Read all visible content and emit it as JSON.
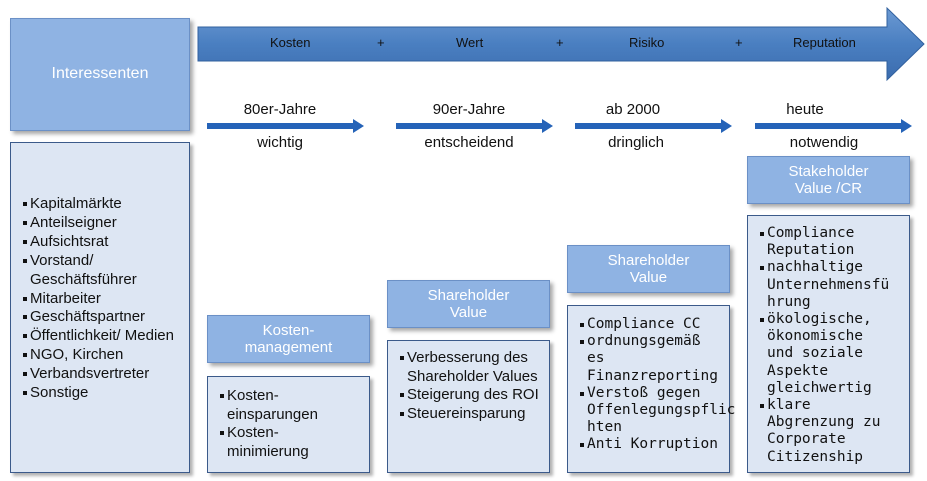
{
  "stakeholders": {
    "title": "Interessenten",
    "items": [
      "Kapitalmärkte",
      "Anteilseigner",
      "Aufsichtsrat",
      "Vorstand/ Geschäftsführer",
      "Mitarbeiter",
      "Geschäftspartner",
      "Öffentlichkeit/ Medien",
      "NGO, Kirchen",
      "Verbandsvertreter",
      "Sonstige"
    ]
  },
  "banner": {
    "items": [
      "Kosten",
      "+",
      "Wert",
      "+",
      "Risiko",
      "+",
      "Reputation"
    ]
  },
  "eras": [
    {
      "period": "80er-Jahre",
      "attribute": "wichtig",
      "focus": "Kosten-\nmanagement",
      "items": [
        "Kosten-\neinsparungen",
        "Kosten-\nminimierung"
      ]
    },
    {
      "period": "90er-Jahre",
      "attribute": "entscheidend",
      "focus": "Shareholder\nValue",
      "items": [
        "Verbesserung des Shareholder Values",
        "Steigerung des ROI",
        "Steuereinsparung"
      ]
    },
    {
      "period": "ab 2000",
      "attribute": "dringlich",
      "focus": "Shareholder\nValue",
      "items": [
        "Compliance CC",
        "ordnungsgemäß\nes\nFinanzreporting",
        "Verstoß gegen\nOffenlegungspflic\nhten",
        "Anti Korruption"
      ]
    },
    {
      "period": "heute",
      "attribute": "notwendig",
      "focus": "Stakeholder\nValue /CR",
      "items": [
        "Compliance\nReputation",
        "nachhaltige\nUnternehmensfü\nhrung",
        "ökologische,\nökonomische\nund soziale\nAspekte\ngleichwertig",
        "klare\nAbgrenzung zu\nCorporate\nCitizenship"
      ]
    }
  ],
  "colors": {
    "header_fill": "#8fb3e3",
    "list_fill": "#dde6f3",
    "arrow_blue": "#2563b8",
    "banner_fill": "#4a7fc1"
  }
}
